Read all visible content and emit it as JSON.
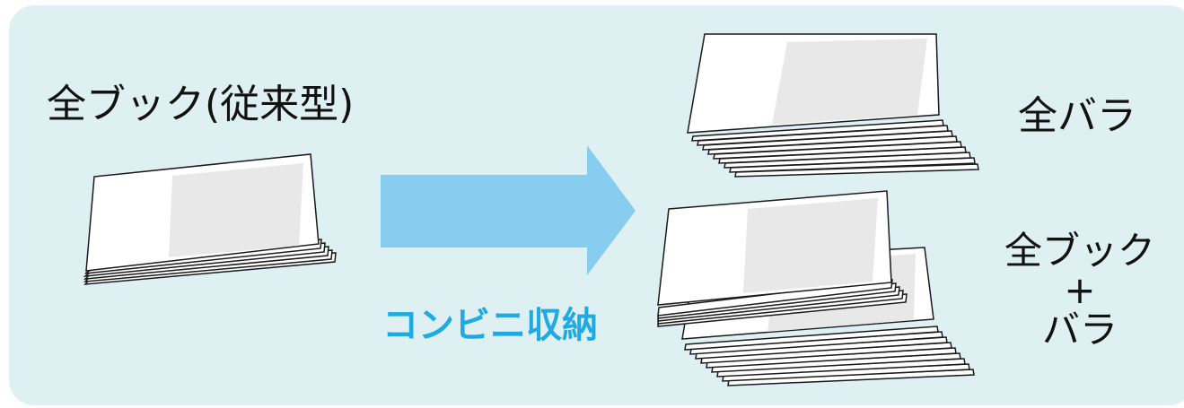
{
  "labels": {
    "conventional": "全ブック(従来型)",
    "convenience_store": "コンビニ収納",
    "all_loose": "全バラ",
    "mixed_line1": "全ブック",
    "mixed_plus": "+",
    "mixed_line2": "バラ"
  },
  "colors": {
    "background": "#dff0f3",
    "arrow": "#86cdf0",
    "accent_text": "#1eabe3",
    "sheet_fill": "#ffffff",
    "sheet_shade": "#e8e8e8",
    "outline": "#1a1a1a"
  },
  "icons": [
    "booklet-stack-icon",
    "arrow-right-icon",
    "loose-sheets-stack-icon",
    "mixed-stack-icon"
  ]
}
